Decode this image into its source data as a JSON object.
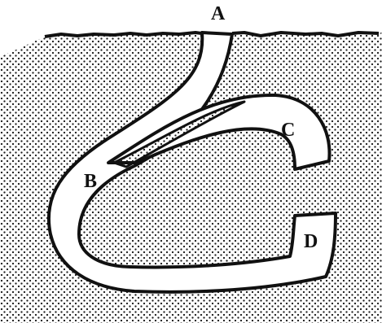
{
  "labels": {
    "a": "A",
    "b": "B",
    "c": "C",
    "d": "D"
  },
  "colors": {
    "ink": "#111111",
    "soil_dots": "#1a1a1a",
    "background": "#ffffff"
  }
}
